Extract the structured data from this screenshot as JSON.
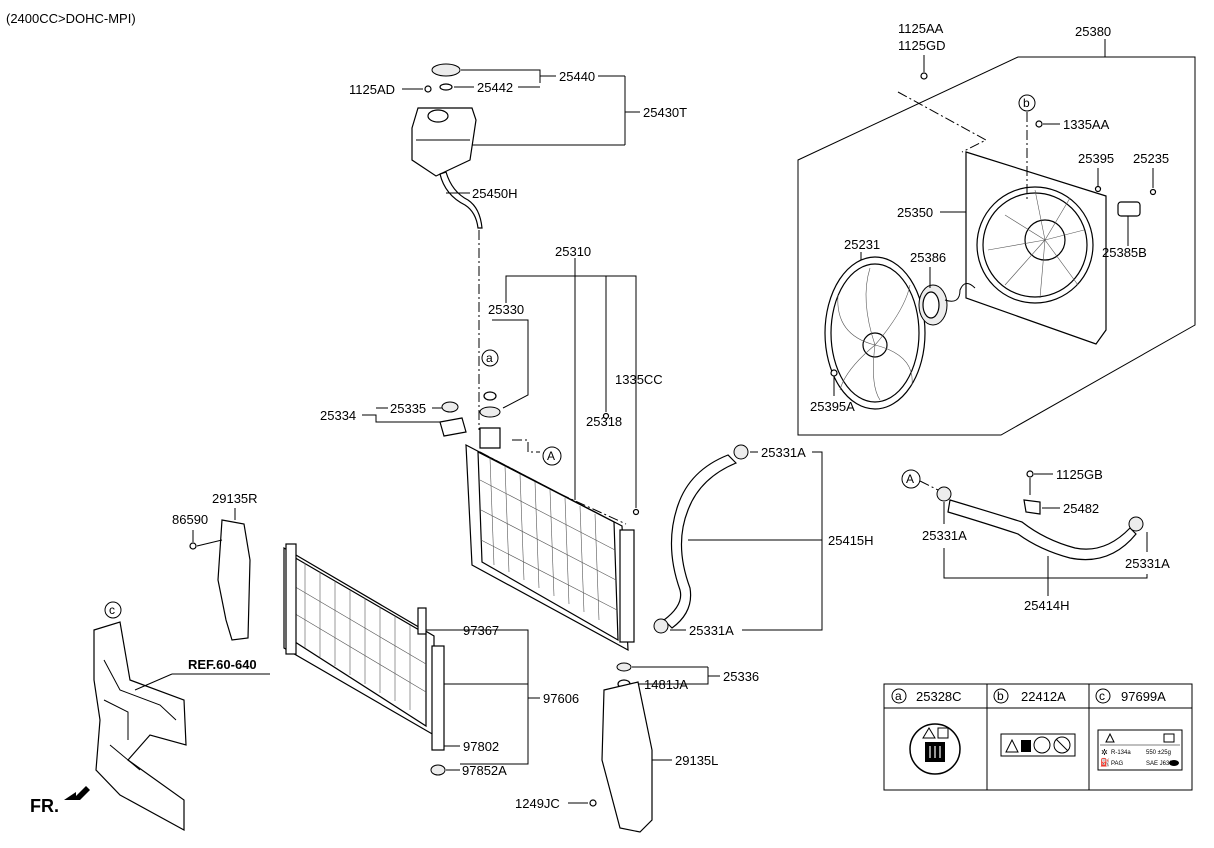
{
  "header": {
    "engine_note": "(2400CC>DOHC-MPI)"
  },
  "callouts": {
    "p1125AA": "1125AA",
    "p1125GD": "1125GD",
    "p25380": "25380",
    "p1335AA": "1335AA",
    "p25395": "25395",
    "p25235": "25235",
    "p25350": "25350",
    "p25385B": "25385B",
    "p25231": "25231",
    "p25386": "25386",
    "p25395A": "25395A",
    "p25440": "25440",
    "p25442": "25442",
    "p1125AD": "1125AD",
    "p25430T": "25430T",
    "p25450H": "25450H",
    "p25310": "25310",
    "p25330": "25330",
    "p1335CC": "1335CC",
    "p25335": "25335",
    "p25334": "25334",
    "p25318": "25318",
    "p25331A_top": "25331A",
    "p25415H": "25415H",
    "p25331A_mid": "25331A",
    "p25336": "25336",
    "p1481JA": "1481JA",
    "p1125GB": "1125GB",
    "p25482": "25482",
    "p25331A_rl": "25331A",
    "p25331A_rr": "25331A",
    "p25414H": "25414H",
    "p29135R": "29135R",
    "p86590": "86590",
    "p97367": "97367",
    "p97606": "97606",
    "p97802": "97802",
    "p97852A": "97852A",
    "p29135L": "29135L",
    "p1249JC": "1249JC"
  },
  "markers": {
    "a": "a",
    "b": "b",
    "c": "c",
    "A": "A"
  },
  "reference": "REF.60-640",
  "front_marker": "FR.",
  "legend": {
    "items": [
      {
        "marker": "a",
        "part": "25328C"
      },
      {
        "marker": "b",
        "part": "22412A"
      },
      {
        "marker": "c",
        "part": "97699A"
      }
    ],
    "label_c": {
      "refrigerant": "R-134a",
      "refrigerant_amount": "550 ±25g",
      "oil": "PAG",
      "oil_amount": "SAE J639"
    }
  }
}
